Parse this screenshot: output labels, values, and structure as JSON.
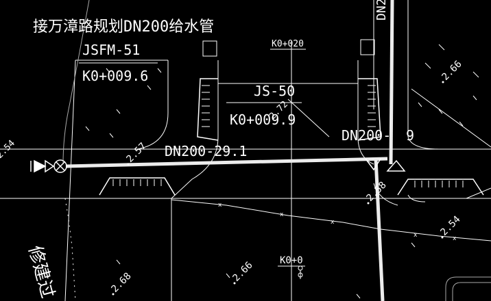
{
  "drawing": {
    "title": "接万漳路规划DN200给水管",
    "colors": {
      "background": "#000000",
      "line": "#ffffff",
      "road": "#d9d9d9",
      "curb": "#bfbfbf"
    }
  },
  "labels": {
    "jsfm": "JSFM-51",
    "k0_0096": "K0+009.6",
    "js50": "JS-50",
    "k0_0099": "K0+009.9",
    "k0_020": "K0+020",
    "dn200_main": "DN200-29.1",
    "dn200_right": "DN200-",
    "dn200_right_suffix": "9",
    "k0_lower": "K0+0",
    "top_right": "DN2",
    "repair_road": "修建过"
  },
  "elevations": {
    "e254_left": "2.54",
    "e257": "2.57",
    "e272": "2.72",
    "e266_right": "2.66",
    "e258": "2.58",
    "e254_right": "2.54",
    "e268": "2.68",
    "e266_bottom": "2.66"
  },
  "icons": {
    "valve": "valve-icon",
    "hydrant_triangle": "triangle-marker-icon"
  }
}
